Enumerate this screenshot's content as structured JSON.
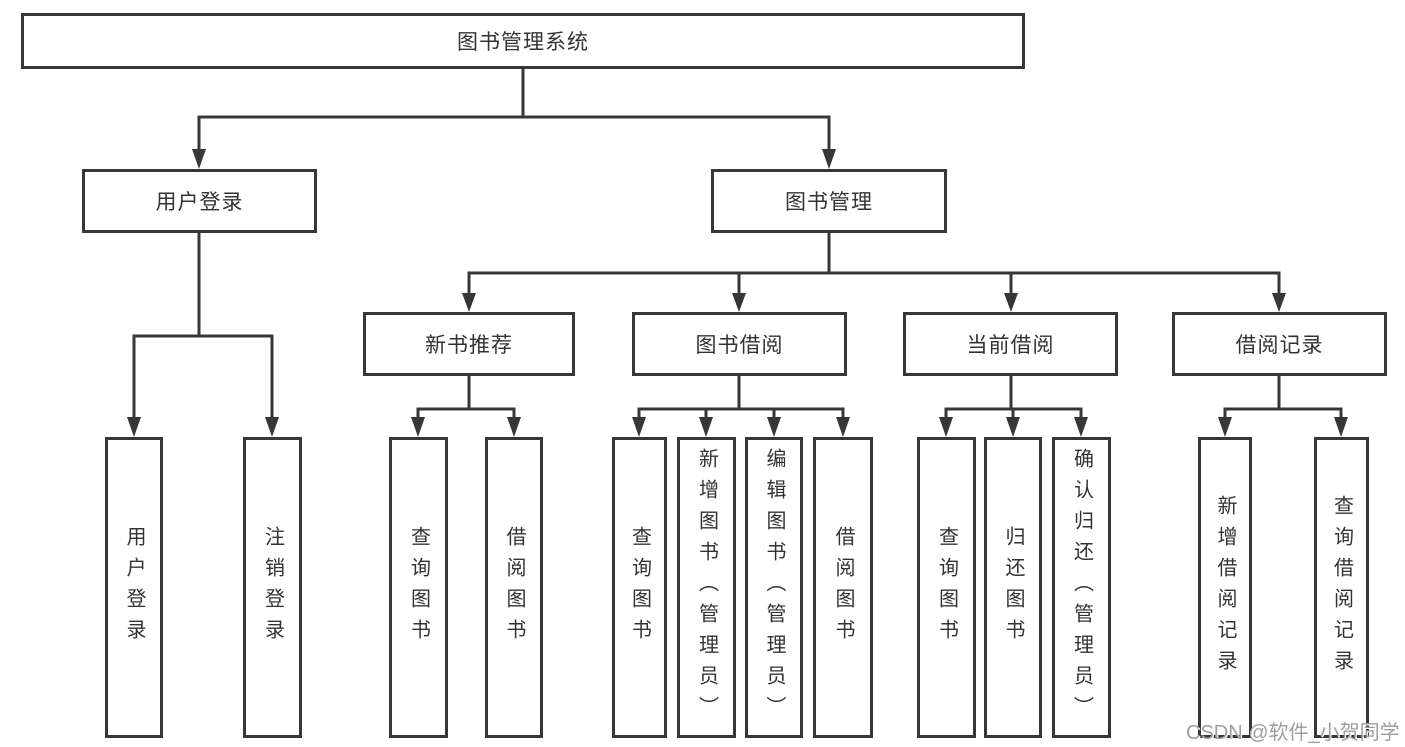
{
  "diagram": {
    "root": {
      "label": "图书管理系统"
    },
    "branches": [
      {
        "label": "用户登录",
        "children": [
          "用户登录",
          "注销登录"
        ]
      },
      {
        "label": "图书管理",
        "groups": [
          {
            "label": "新书推荐",
            "children": [
              "查询图书",
              "借阅图书"
            ]
          },
          {
            "label": "图书借阅",
            "children": [
              "查询图书",
              "新增图书（管理员）",
              "编辑图书（管理员）",
              "借阅图书"
            ]
          },
          {
            "label": "当前借阅",
            "children": [
              "查询图书",
              "归还图书",
              "确认归还（管理员）"
            ]
          },
          {
            "label": "借阅记录",
            "children": [
              "新增借阅记录",
              "查询借阅记录"
            ]
          }
        ]
      }
    ]
  },
  "watermark": {
    "text": "CSDN @软件_小贺同学",
    "color": "#9e9e9e"
  },
  "colors": {
    "line": "#373737",
    "text": "#333333",
    "background": "#ffffff"
  }
}
